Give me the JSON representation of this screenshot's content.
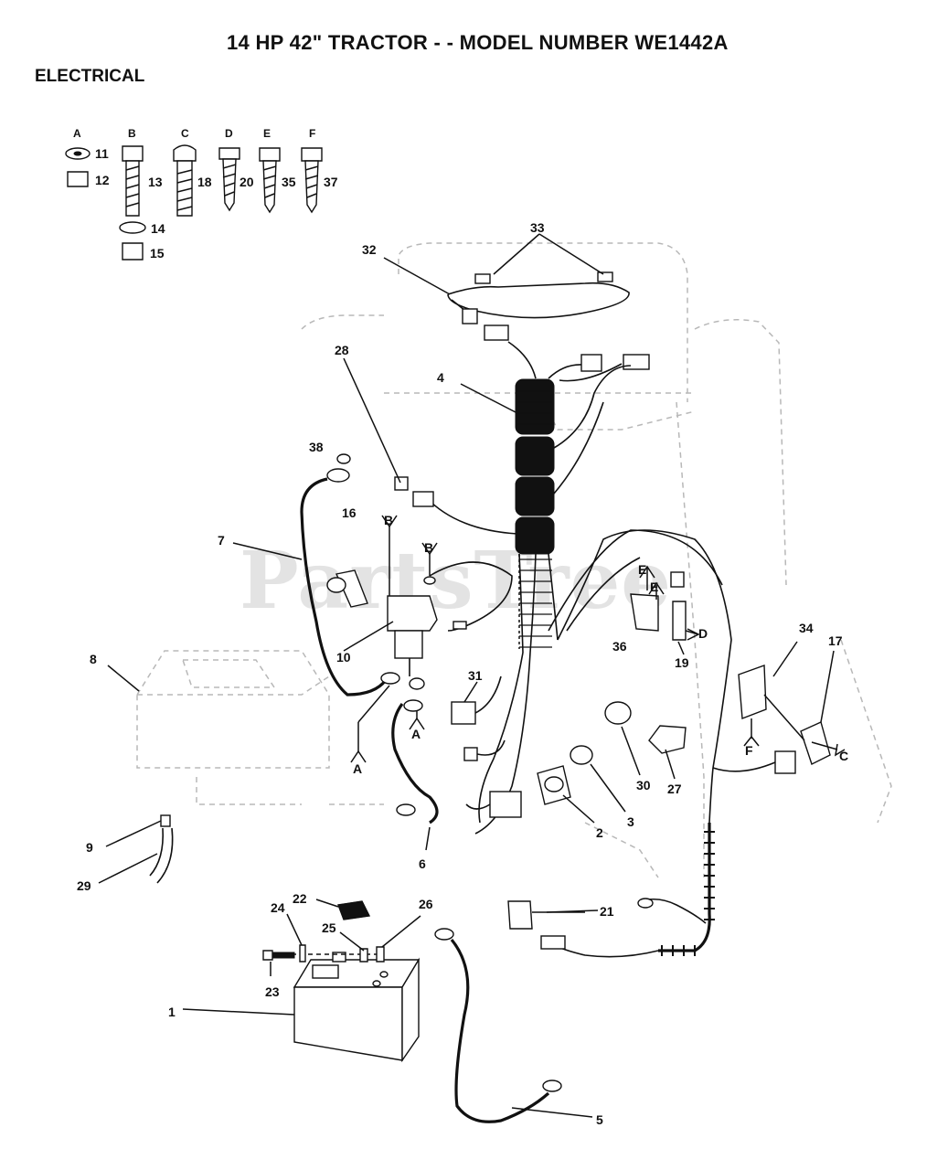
{
  "header": {
    "title": "14 HP 42\" TRACTOR - - MODEL NUMBER WE1442A",
    "section": "ELECTRICAL"
  },
  "watermark": "PartsTree",
  "hardware": [
    {
      "letter": "A",
      "parts": [
        "11",
        "12"
      ]
    },
    {
      "letter": "B",
      "parts": [
        "13",
        "14",
        "15"
      ]
    },
    {
      "letter": "C",
      "parts": [
        "18"
      ]
    },
    {
      "letter": "D",
      "parts": [
        "20"
      ]
    },
    {
      "letter": "E",
      "parts": [
        "35"
      ]
    },
    {
      "letter": "F",
      "parts": [
        "37"
      ]
    }
  ],
  "callouts": [
    "1",
    "2",
    "3",
    "4",
    "5",
    "6",
    "7",
    "8",
    "9",
    "10",
    "16",
    "17",
    "19",
    "21",
    "22",
    "23",
    "24",
    "25",
    "26",
    "27",
    "28",
    "29",
    "30",
    "31",
    "32",
    "33",
    "34",
    "36",
    "38"
  ],
  "connectors": [
    "A",
    "B",
    "C",
    "D",
    "E",
    "F"
  ]
}
